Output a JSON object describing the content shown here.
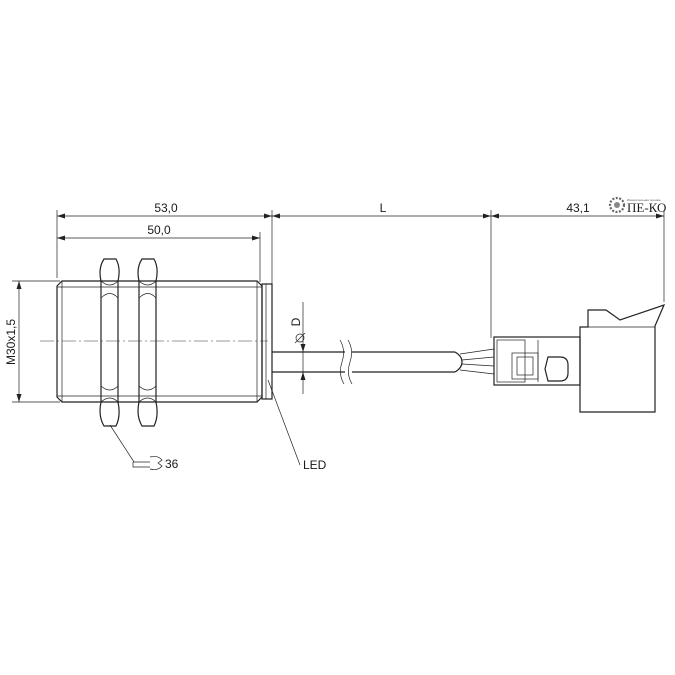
{
  "dimensions": {
    "body_length": "53,0",
    "thread_length": "50,0",
    "cable_length": "L",
    "connector_length": "43,1",
    "thread": "M30x1,5",
    "cable_diameter": "D",
    "wrench_size": "36"
  },
  "labels": {
    "led": "LED"
  },
  "logo": {
    "name": "ПЕ-КО",
    "tagline": "Измерительная техника"
  }
}
